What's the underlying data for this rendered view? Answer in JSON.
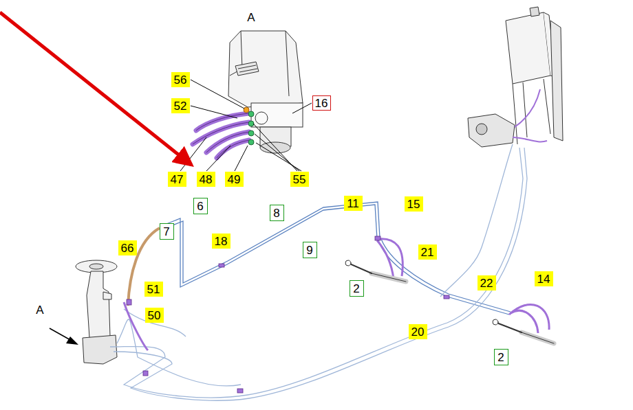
{
  "diagram": {
    "nodes": [
      {
        "text": [
          "56"
        ]
      },
      {
        "text": [
          "16"
        ]
      },
      {
        "text": [
          "52"
        ]
      },
      {
        "text": [
          "47"
        ]
      },
      {
        "text": [
          "48"
        ]
      },
      {
        "text": [
          "49"
        ]
      },
      {
        "text": [
          "55"
        ]
      },
      {
        "text": [
          "11"
        ]
      },
      {
        "text": [
          "15"
        ]
      },
      {
        "text": [
          "6"
        ]
      },
      {
        "text": [
          "8"
        ]
      },
      {
        "text": [
          "7"
        ]
      },
      {
        "text": [
          "18"
        ]
      },
      {
        "text": [
          "66"
        ]
      },
      {
        "text": [
          "9"
        ]
      },
      {
        "text": [
          "21"
        ]
      },
      {
        "text": [
          "14"
        ]
      },
      {
        "text": [
          "22"
        ]
      },
      {
        "text": [
          "2"
        ]
      },
      {
        "text": [
          "51"
        ]
      },
      {
        "text": [
          "50"
        ]
      },
      {
        "text": [
          "20"
        ]
      },
      {
        "text": [
          "2"
        ]
      }
    ],
    "labels": [
      "A",
      "A"
    ]
  }
}
